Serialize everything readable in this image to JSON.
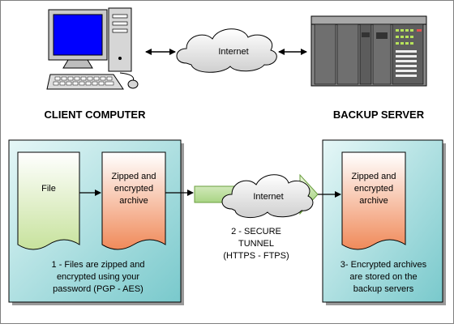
{
  "top": {
    "client_label": "CLIENT COMPUTER",
    "server_label": "BACKUP SERVER",
    "cloud_label": "Internet"
  },
  "bottom": {
    "file_label": "File",
    "zipped_left": [
      "Zipped and",
      "encrypted",
      "archive"
    ],
    "step1": [
      "1 - Files are zipped and",
      "encrypted using your",
      "password (PGP - AES)"
    ],
    "cloud_label": "Internet",
    "step2": [
      "2 - SECURE",
      "TUNNEL",
      "(HTTPS - FTPS)"
    ],
    "zipped_right": [
      "Zipped and",
      "encrypted",
      "archive"
    ],
    "step3": [
      "3- Encrypted archives",
      "are stored on the",
      "backup servers"
    ]
  },
  "colors": {
    "panel_fill": "#bfe8ea",
    "file_fill": "#e6f2c8",
    "archive_fill": "#f4a07a",
    "tunnel_fill": "#a6d37c",
    "cloud_fill": "#e8e8e8",
    "server_fill": "#6b6b6b"
  }
}
